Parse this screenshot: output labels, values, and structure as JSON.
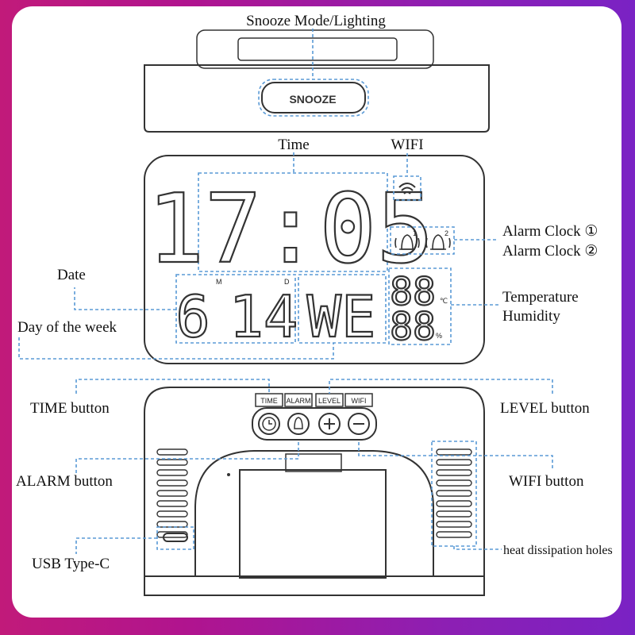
{
  "labels": {
    "snooze_mode": "Snooze Mode/Lighting",
    "snooze_button": "SNOOZE",
    "time": "Time",
    "wifi": "WIFI",
    "alarm_clock_1": "Alarm Clock ①",
    "alarm_clock_2": "Alarm Clock ②",
    "date": "Date",
    "day_of_week": "Day of the week",
    "temperature": "Temperature",
    "humidity": "Humidity",
    "time_button": "TIME button",
    "level_button": "LEVEL button",
    "alarm_button": "ALARM button",
    "wifi_button": "WIFI button",
    "usb": "USB Type-C",
    "heat_holes": "heat dissipation holes"
  },
  "display": {
    "time": "17:05",
    "date_month": "6",
    "date_day": "14",
    "weekday": "WE",
    "month_marker": "M",
    "day_marker": "D",
    "temp_unit": "℃",
    "humidity_unit": "%",
    "alarm1_index": "1",
    "alarm2_index": "2"
  },
  "buttons": {
    "time": "TIME",
    "alarm": "ALARM",
    "level": "LEVEL",
    "wifi": "WIFI"
  },
  "colors": {
    "callout_dash": "#5a9ad6",
    "outline": "#333333"
  }
}
